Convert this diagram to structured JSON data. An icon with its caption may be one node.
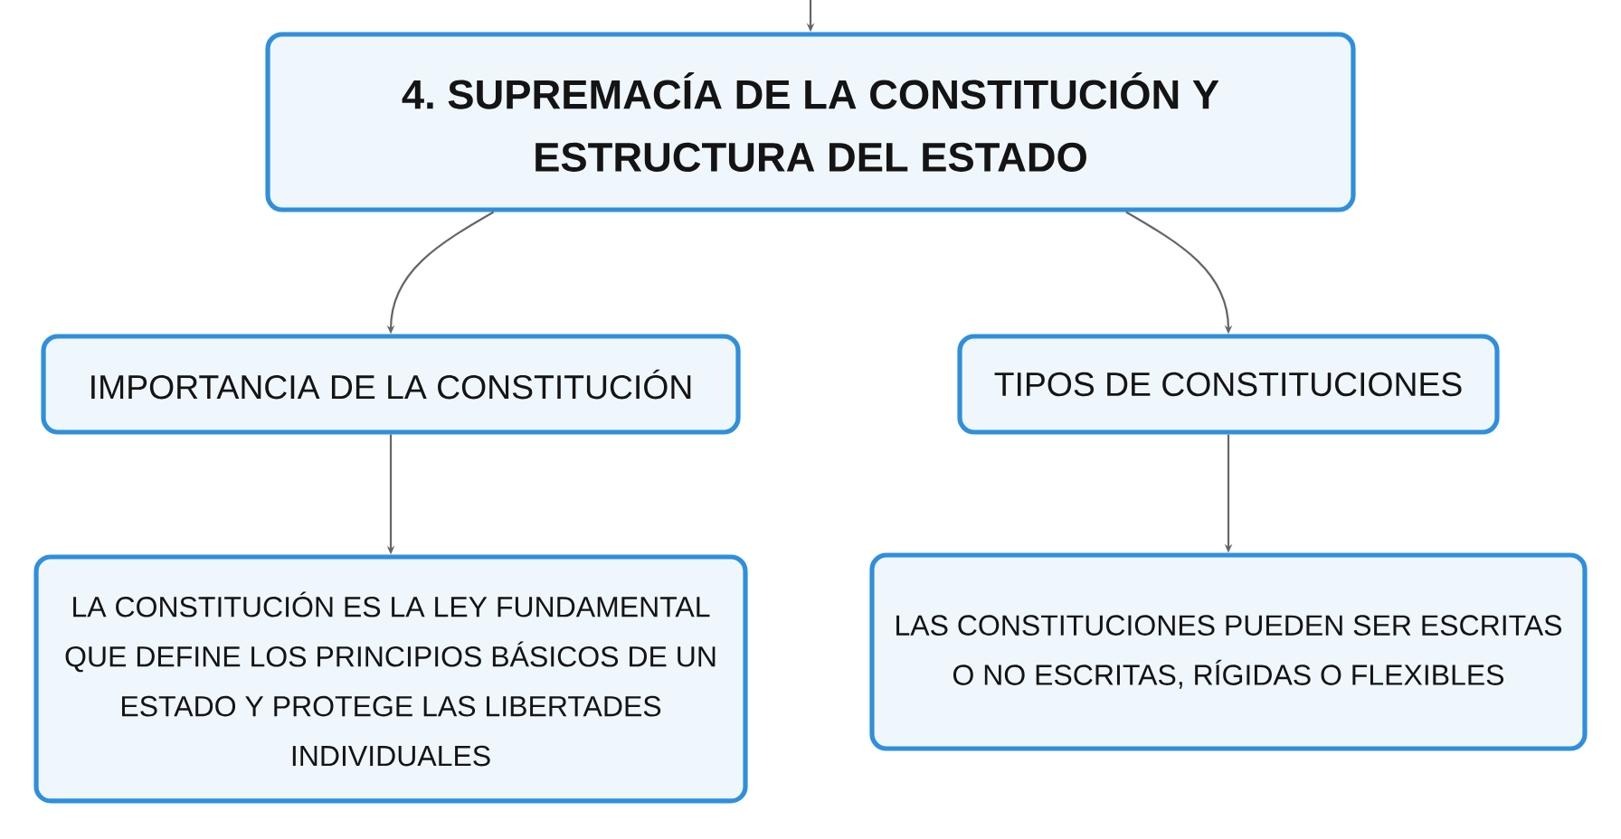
{
  "diagram": {
    "nodes": [
      {
        "text": [
          "4. SUPREMACÍA DE LA CONSTITUCIÓN Y ESTRUCTURA DEL ESTADO"
        ]
      },
      {
        "text": [
          "IMPORTANCIA DE LA CONSTITUCIÓN"
        ]
      },
      {
        "text": [
          "TIPOS DE CONSTITUCIONES"
        ]
      },
      {
        "text": [
          "LA CONSTITUCIÓN ES LA LEY FUNDAMENTAL QUE DEFINE LOS PRINCIPIOS BÁSICOS DE UN ESTADO Y PROTEGE LAS LIBERTADES INDIVIDUALES"
        ]
      },
      {
        "text": [
          "LAS CONSTITUCIONES PUEDEN SER ESCRITAS O NO ESCRITAS, RÍGIDAS O FLEXIBLES"
        ]
      }
    ],
    "edges": [
      {
        "from": null,
        "to": 0,
        "arrow": "to"
      },
      {
        "from": 0,
        "to": 1,
        "arrow": "to"
      },
      {
        "from": 0,
        "to": 2,
        "arrow": "to"
      },
      {
        "from": 1,
        "to": 3,
        "arrow": "to"
      },
      {
        "from": 2,
        "to": 4,
        "arrow": "to"
      }
    ]
  }
}
